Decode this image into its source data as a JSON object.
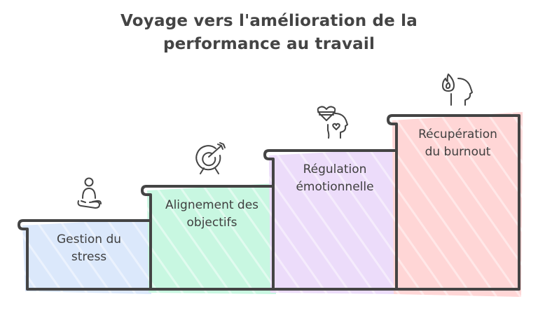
{
  "title": {
    "line1": "Voyage vers l'amélioration de la",
    "line2": "performance au travail"
  },
  "colors": {
    "stroke": "#444444",
    "step1_fill": "#dbe8fb",
    "step2_fill": "#c8f7e1",
    "step3_fill": "#ecdcfa",
    "step4_fill": "#ffd6d6"
  },
  "steps": [
    {
      "line1": "Gestion du",
      "line2": "stress",
      "icon": "meditation-icon",
      "fill": "#dbe8fb"
    },
    {
      "line1": "Alignement des",
      "line2": "objectifs",
      "icon": "target-arrow-icon",
      "fill": "#c8f7e1"
    },
    {
      "line1": "Régulation",
      "line2": "émotionnelle",
      "icon": "heart-head-icon",
      "fill": "#ecdcfa"
    },
    {
      "line1": "Récupération",
      "line2": "du burnout",
      "icon": "flame-head-icon",
      "fill": "#ffd6d6"
    }
  ]
}
